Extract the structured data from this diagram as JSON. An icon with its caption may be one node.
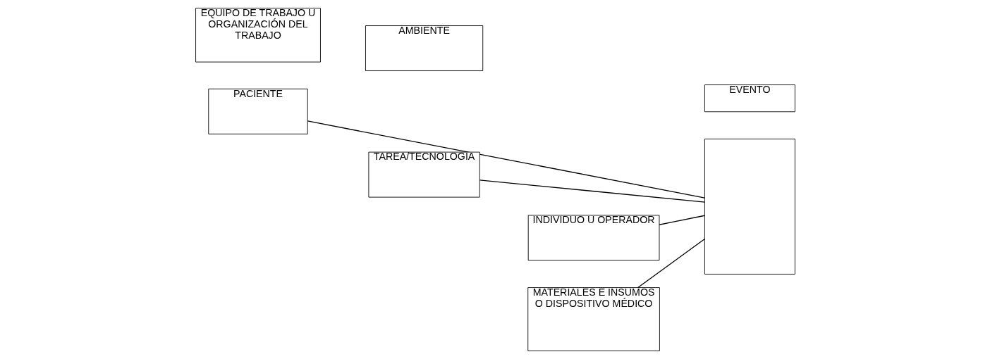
{
  "diagram": {
    "nodes": [
      {
        "text": [
          "PACIENTE"
        ]
      },
      {
        "text": [
          "TAREA/TECNOLOGIA"
        ]
      },
      {
        "text": [
          "INDIVIDUO U OPERADOR"
        ]
      },
      {
        "text": [
          "EVENTO"
        ]
      },
      {
        "text": [],
        "shape": "box"
      },
      {
        "text": [
          "EQUIPO DE TRABAJO U ORGANIZACIÓN DEL TRABAJO"
        ]
      },
      {
        "text": [
          "AMBIENTE"
        ]
      },
      {
        "text": [
          "MATERIALES E INSUMOS O DISPOSITIVO MÉDICO"
        ]
      }
    ],
    "edges": [
      {
        "from": 0,
        "to": 4,
        "arrow": "none"
      },
      {
        "from": 1,
        "to": 4,
        "arrow": "none"
      },
      {
        "from": 2,
        "to": 4,
        "arrow": "none"
      },
      {
        "from": 7,
        "to": 4,
        "arrow": "none"
      }
    ]
  }
}
